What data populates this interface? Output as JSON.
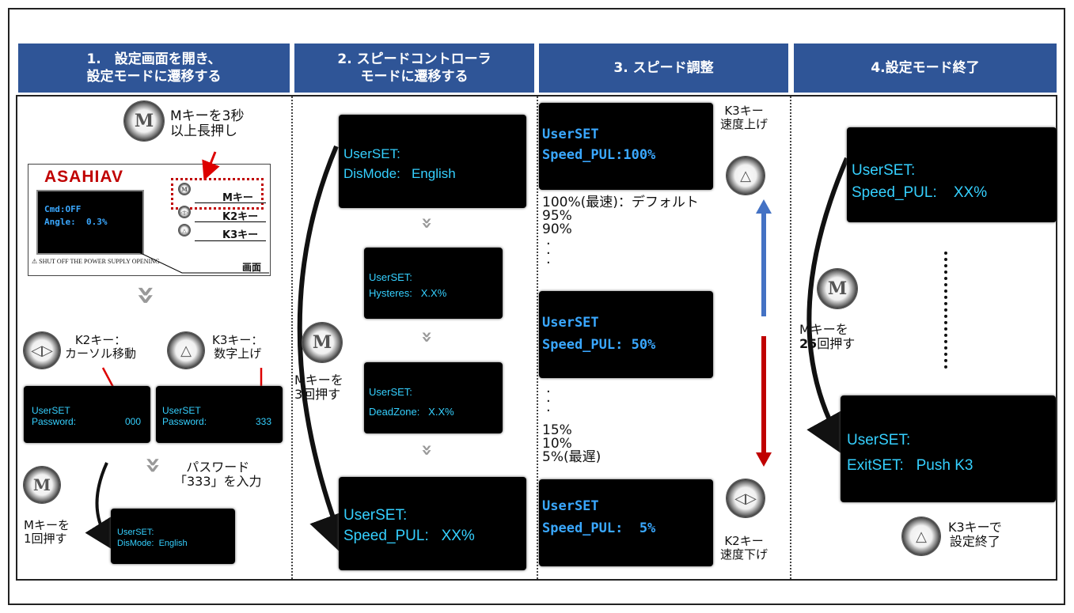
{
  "headers": [
    "1.　設定画面を開き、\n設定モードに遷移する",
    "2. スピードコントローラ\nモードに遷移する",
    "3. スピード調整",
    "4.設定モード終了"
  ],
  "col1": {
    "m_hold_text": "Mキーを3秒\n以上長押し",
    "brand": "ASAHIAV",
    "screen_line1": "Cmd:OFF",
    "screen_line2": "Angle:  0.3%",
    "key_m_label": "Mキー",
    "key_k2_label": "K2キー",
    "key_k3_label": "K3キー",
    "screen_label": "画面",
    "warning_text": "SHUT OFF THE POWER SUPPLY OPENING",
    "k2_text": "K2キー：\nカーソル移動",
    "k3_text": "K3キー：\n数字上げ",
    "lcd1_line1": "UserSET",
    "lcd1_line2": "Password:",
    "lcd1_value": "000",
    "lcd2_line1": "UserSET",
    "lcd2_line2": "Password:",
    "lcd2_value": "333",
    "password_text": "パスワード\n「333」を入力",
    "m_once_text": "Mキーを\n1回押す",
    "lcd3_line1": "UserSET:",
    "lcd3_line2": "DisMode:  English"
  },
  "col2": {
    "lcd_a_line1": "UserSET:",
    "lcd_a_line2": "DisMode:   English",
    "lcd_b_line1": "UserSET:",
    "lcd_b_line2": "Hysteres:   X.X%",
    "lcd_c_line1": "UserSET:",
    "lcd_c_line2": "DeadZone:   X.X%",
    "lcd_d_line1": "UserSET:",
    "lcd_d_line2": "Speed_PUL:   XX%",
    "m_three_text": "Mキーを\n3回押す"
  },
  "col3": {
    "lcd_top_line1": "UserSET",
    "lcd_top_line2": "Speed_PUL:100%",
    "lcd_mid_line1": "UserSET",
    "lcd_mid_line2": "Speed_PUL: 50%",
    "lcd_bot_line1": "UserSET",
    "lcd_bot_line2": "Speed_PUL:  5%",
    "k3_up_text": "K3キー\n速度上げ",
    "k2_down_text": "K2キー\n速度下げ",
    "speeds_top": "100%(最速)：デフォルト\n95%\n90%",
    "speeds_bottom": "15%\n10%\n5%(最遅)",
    "arrow_up_color": "#4472c4",
    "arrow_down_color": "#c00000"
  },
  "col4": {
    "lcd_top_line1": "UserSET:",
    "lcd_top_line2": "Speed_PUL:    XX%",
    "lcd_bot_line1": "UserSET:",
    "lcd_bot_line2": "ExitSET:   Push K3",
    "m_text_line1": "Mキーを",
    "m_text_count": "25",
    "m_text_suffix": "回押す",
    "k3_end_text": "K3キーで\n設定終了"
  }
}
